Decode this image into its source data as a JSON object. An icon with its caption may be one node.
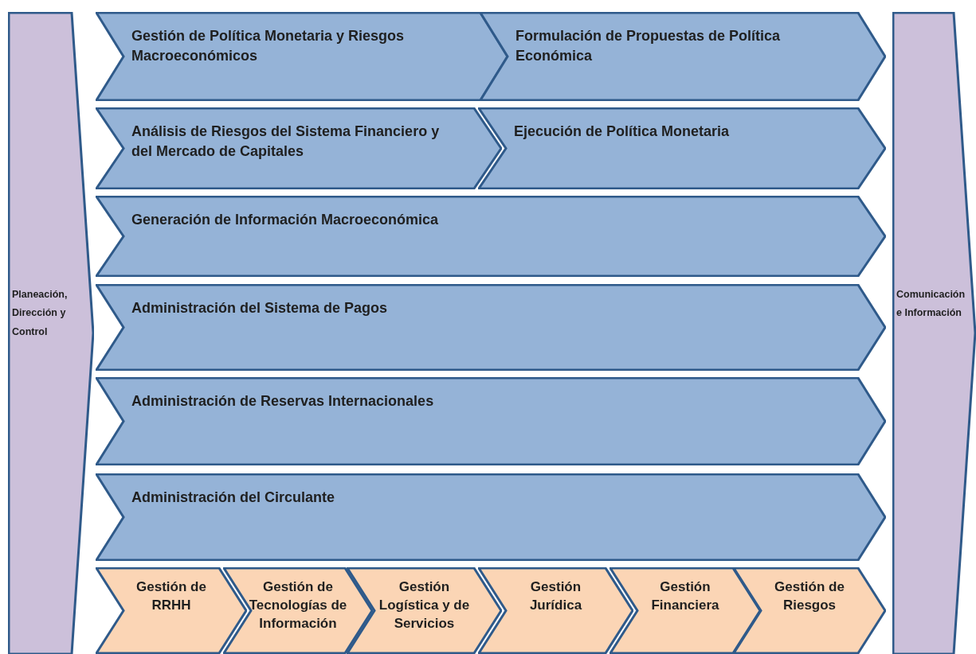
{
  "diagram": {
    "nodes": [
      {
        "text": [
          "Planeación, Dirección y Control"
        ]
      },
      {
        "text": [
          "Gestión de Política Monetaria y Riesgos Macroeconómicos"
        ]
      },
      {
        "text": [
          "Formulación de Propuestas de Política Económica"
        ]
      },
      {
        "text": [
          "Análisis de Riesgos del Sistema Financiero y del Mercado de Capitales"
        ]
      },
      {
        "text": [
          "Ejecución de Política Monetaria"
        ]
      },
      {
        "text": [
          "Generación de Información Macroeconómica"
        ]
      },
      {
        "text": [
          "Administración del Sistema de Pagos"
        ]
      },
      {
        "text": [
          "Administración de Reservas Internacionales"
        ]
      },
      {
        "text": [
          "Administración del Circulante"
        ]
      },
      {
        "text": [
          "Gestión de RRHH"
        ]
      },
      {
        "text": [
          "Gestión de Tecnologías de Información"
        ]
      },
      {
        "text": [
          "Gestión Logística y de Servicios"
        ]
      },
      {
        "text": [
          "Gestión Jurídica"
        ]
      },
      {
        "text": [
          "Gestión Financiera"
        ]
      },
      {
        "text": [
          "Gestión de Riesgos"
        ]
      },
      {
        "text": [
          "Comunicación e Información"
        ]
      }
    ]
  }
}
